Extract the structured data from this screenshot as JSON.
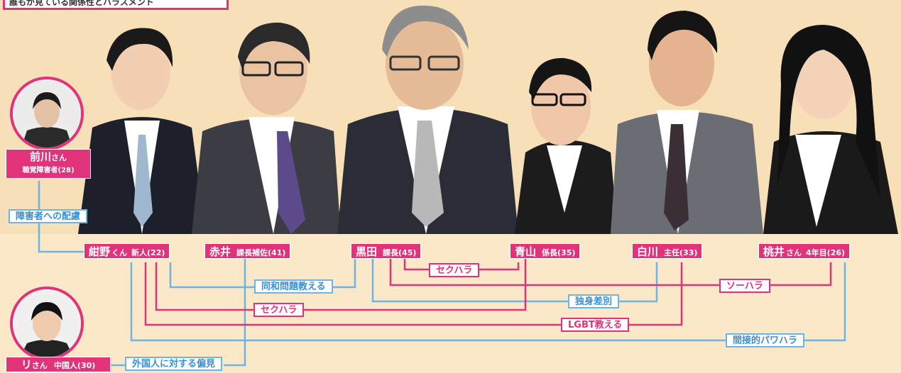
{
  "header_text": "誰もが見ている関係性とハラスメント",
  "people": [
    {
      "name": "紺野",
      "suffix": "くん",
      "role": "新人(22)"
    },
    {
      "name": "赤井",
      "suffix": "",
      "role": "課長補佐(41)"
    },
    {
      "name": "黒田",
      "suffix": "",
      "role": "課長(45)"
    },
    {
      "name": "青山",
      "suffix": "",
      "role": "係長(35)"
    },
    {
      "name": "白川",
      "suffix": "",
      "role": "主任(33)"
    },
    {
      "name": "桃井",
      "suffix": "さん",
      "role": "4年目(26)"
    }
  ],
  "side_people": [
    {
      "name": "前川",
      "suffix": "さん",
      "role": "聴覚障害者(28)"
    },
    {
      "name": "リ",
      "suffix": "さん",
      "role": "中国人(30)"
    }
  ],
  "relations": [
    {
      "label": "障害者への配慮",
      "color": "#6fb3e3"
    },
    {
      "label": "セクハラ",
      "color": "#e0337a"
    },
    {
      "label": "同和問題教える",
      "color": "#6fb3e3"
    },
    {
      "label": "ソーハラ",
      "color": "#e0337a"
    },
    {
      "label": "独身差別",
      "color": "#6fb3e3"
    },
    {
      "label": "セクハラ",
      "color": "#e0337a"
    },
    {
      "label": "LGBT教える",
      "color": "#e0337a"
    },
    {
      "label": "間接的パワハラ",
      "color": "#6fb3e3"
    },
    {
      "label": "外国人に対する偏見",
      "color": "#6fb3e3"
    }
  ],
  "colors": {
    "accent": "#e0337a",
    "blue": "#6fb3e3",
    "background": "#fbe8c8"
  }
}
